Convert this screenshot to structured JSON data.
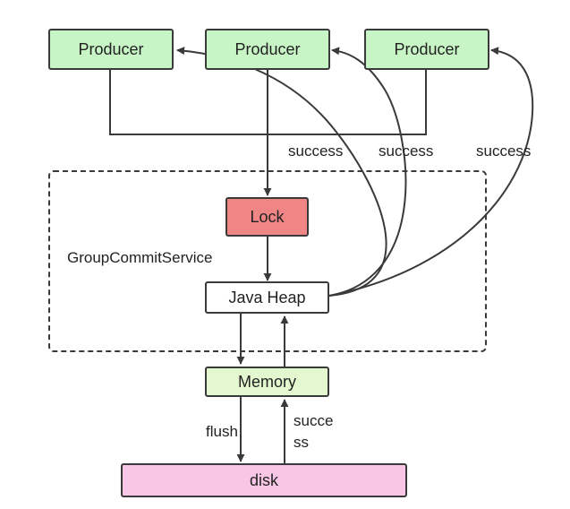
{
  "nodes": {
    "producer_1": "Producer",
    "producer_2": "Producer",
    "producer_3": "Producer",
    "lock": "Lock",
    "java_heap": "Java Heap",
    "memory": "Memory",
    "disk": "disk"
  },
  "region_label": "GroupCommitService",
  "edge_labels": {
    "success_1": "success",
    "success_2": "success",
    "success_3": "success",
    "flush": "flush",
    "disk_success_line1": "succe",
    "disk_success_line2": "ss"
  },
  "colors": {
    "producer_fill": "#c8f5c5",
    "lock_fill": "#f08585",
    "memory_fill": "#e3f8cf",
    "disk_fill": "#fac6e6",
    "stroke": "#3a3a3a"
  }
}
